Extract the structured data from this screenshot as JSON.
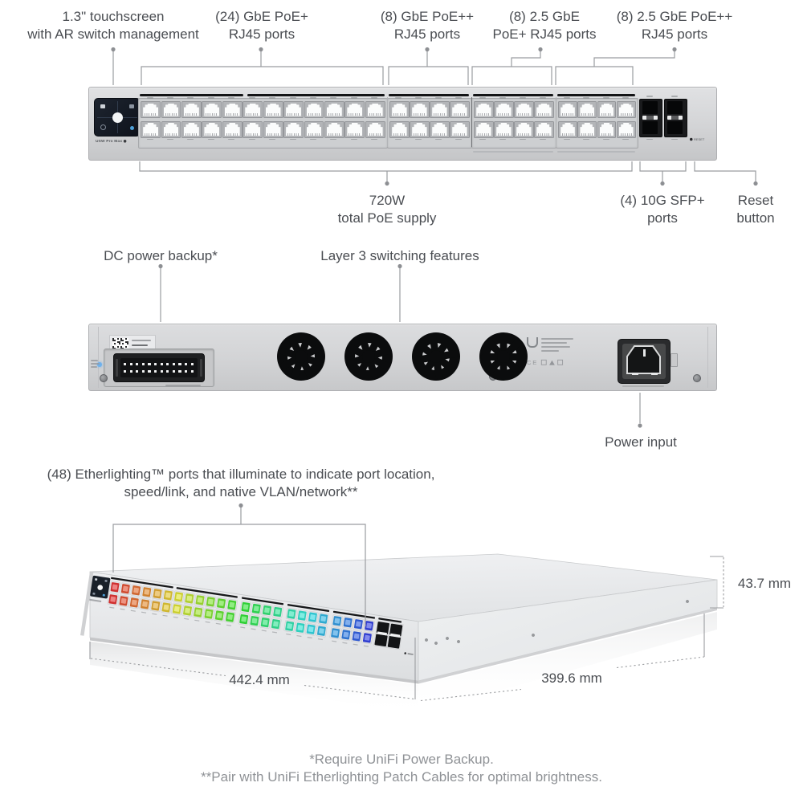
{
  "callouts_front_top": {
    "touchscreen": {
      "line1": "1.3\" touchscreen",
      "line2": "with AR switch management"
    },
    "poe24": {
      "line1": "(24) GbE PoE+",
      "line2": "RJ45 ports"
    },
    "poepp8": {
      "line1": "(8) GbE PoE++",
      "line2": "RJ45 ports"
    },
    "poe25_8": {
      "line1": "(8) 2.5 GbE",
      "line2": "PoE+ RJ45 ports"
    },
    "poepp25_8": {
      "line1": "(8) 2.5 GbE PoE++",
      "line2": "RJ45 ports"
    }
  },
  "callouts_front_bottom": {
    "poe_budget": {
      "line1": "720W",
      "line2": "total PoE supply"
    },
    "sfp": {
      "line1": "(4) 10G SFP+",
      "line2": "ports"
    },
    "reset": {
      "line1": "Reset",
      "line2": "button"
    }
  },
  "callouts_back": {
    "dc_backup": "DC power backup*",
    "layer3": "Layer 3 switching features",
    "power_input": "Power input"
  },
  "callouts_perspective": {
    "etherlighting_line1": "(48) Etherlighting™ ports that illuminate to indicate port location,",
    "etherlighting_line2": "speed/link, and native VLAN/network**"
  },
  "dimensions": {
    "height": "43.7 mm",
    "width": "442.4 mm",
    "depth": "399.6 mm"
  },
  "footnotes": {
    "line1": "*Require UniFi Power Backup.",
    "line2": "**Pair with UniFi Etherlighting Patch Cables for optimal brightness."
  },
  "device": {
    "model_label": "USW Pro Max",
    "reset_label": "RESET",
    "regulatory_label": "CE",
    "rj45_port_count": 48,
    "sfp_port_count": 4,
    "fan_count": 4,
    "port_rows": 2,
    "front_port_groups": [
      12,
      4,
      4,
      4
    ]
  },
  "colors": {
    "label_text": "#4a4d52",
    "footnote_text": "#8f9296",
    "callout_line": "#9a9ca0",
    "panel_face": "#d4d5d7",
    "port_strip": "#131416",
    "etherlight_hue_start": 0,
    "etherlight_hue_end": 235
  }
}
